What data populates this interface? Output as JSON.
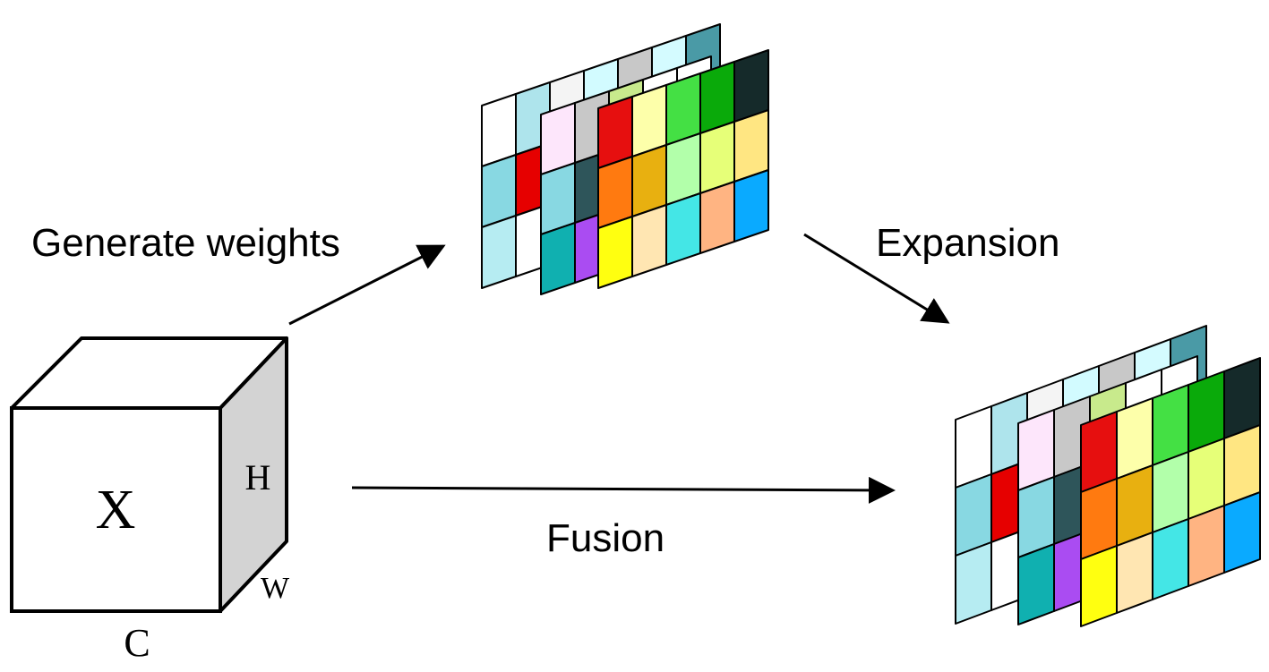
{
  "labels": {
    "generate_weights": "Generate weights",
    "expansion": "Expansion",
    "fusion": "Fusion",
    "cube_x": "X",
    "cube_h": "H",
    "cube_w": "W",
    "cube_c": "C"
  },
  "colors": {
    "stroke": "#000000",
    "cube_face": "#ffffff",
    "cube_side": "#d3d3d3"
  },
  "stacks": [
    {
      "name": "weights-stack"
    },
    {
      "name": "expanded-stack"
    }
  ],
  "layers": [
    {
      "name": "back-layer",
      "cells": [
        [
          "#ffffff",
          "#aee4ec",
          "#f4f4f4",
          "#d2fbff",
          "#c8c8c8",
          "#d4fbff",
          "#4a9aa6"
        ],
        [
          "#88d8e2",
          "#e60000",
          "#ffffff",
          "#ffffff",
          "#ffffff",
          "#ffffff",
          "#ffffff"
        ],
        [
          "#b6ecf2",
          "#ffffff",
          "#ffffff",
          "#ffffff",
          "#ffffff",
          "#ffffff",
          "#ffffff"
        ]
      ]
    },
    {
      "name": "middle-layer",
      "cells": [
        [
          "#fde6fb",
          "#c8c8c8",
          "#c8ea8c",
          "#ffffff",
          "#ffffff"
        ],
        [
          "#88d8e2",
          "#2e555a",
          "#ffffff",
          "#ffffff",
          "#ffffff"
        ],
        [
          "#10b0b0",
          "#aa4cf2",
          "#ffffff",
          "#ffffff",
          "#ffffff"
        ]
      ]
    },
    {
      "name": "front-layer",
      "cells": [
        [
          "#e60f0f",
          "#fdffaa",
          "#44e044",
          "#0aaa0a",
          "#152a2a"
        ],
        [
          "#ff7a10",
          "#e8b010",
          "#b2ffaa",
          "#e6ff78",
          "#ffe682"
        ],
        [
          "#ffff10",
          "#ffe6b2",
          "#44e6e6",
          "#ffb482",
          "#0aaaff"
        ]
      ]
    }
  ]
}
